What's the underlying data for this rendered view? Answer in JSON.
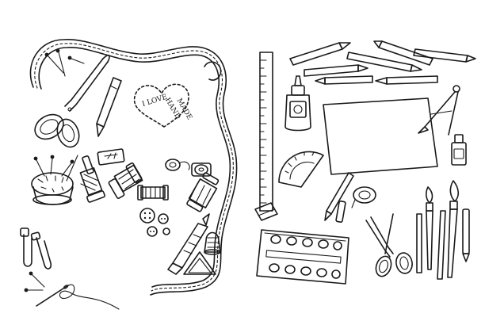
{
  "heart_note": {
    "line1": "I LOVE",
    "line2": "HAND",
    "line3": "MADE"
  },
  "colors": {
    "ink": "#1a1a1a",
    "paper": "#ffffff"
  }
}
